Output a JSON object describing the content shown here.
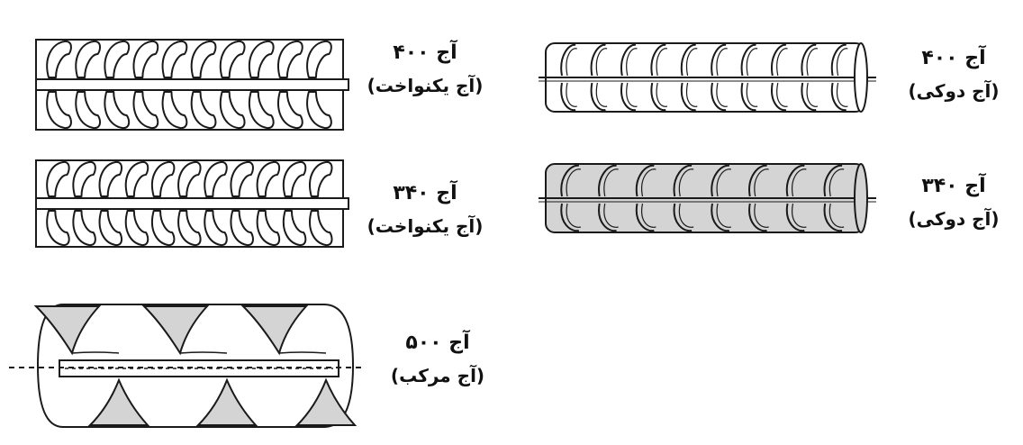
{
  "diagrams": [
    {
      "id": "a3-uniform",
      "grade": "آج ۴۰۰",
      "type": "(آج یکنواخت)"
    },
    {
      "id": "a2-uniform",
      "grade": "آج ۳۴۰",
      "type": "(آج یکنواخت)"
    },
    {
      "id": "a4-composite",
      "grade": "آج ۵۰۰",
      "type": "(آج مرکب)"
    },
    {
      "id": "a3-double",
      "grade": "آج ۴۰۰",
      "type": "(آج دوکی)"
    },
    {
      "id": "a2-double",
      "grade": "آج ۳۴۰",
      "type": "(آج دوکی)"
    }
  ],
  "colors": {
    "stroke": "#1a1a1a",
    "fill": "#ffffff",
    "shade": "#d4d4d4"
  }
}
